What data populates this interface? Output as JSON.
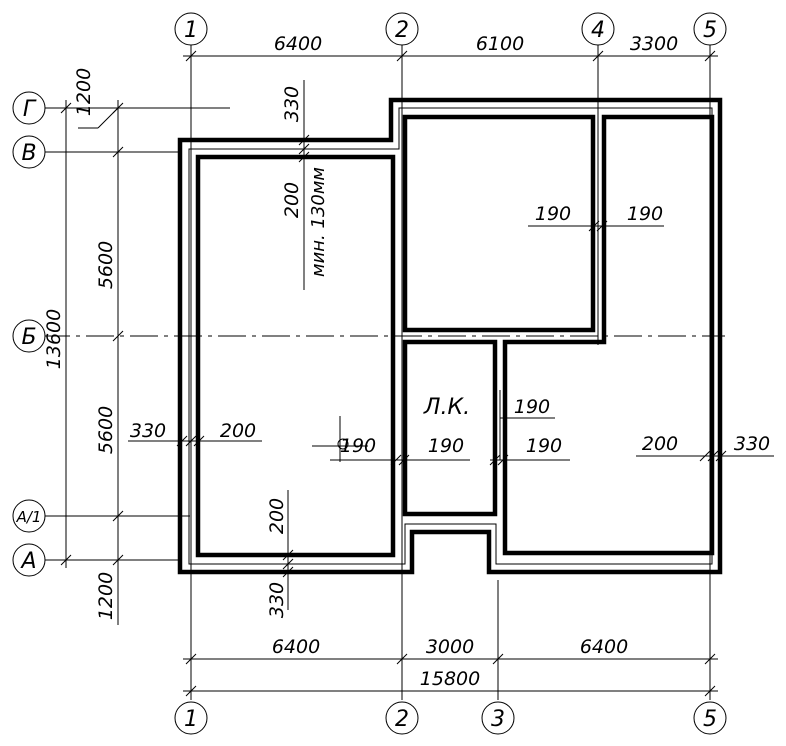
{
  "axes": {
    "columns_top": [
      "1",
      "2",
      "4",
      "5"
    ],
    "columns_bottom": [
      "1",
      "2",
      "3",
      "5"
    ],
    "rows": [
      "Г",
      "В",
      "Б",
      "А/1",
      "А"
    ]
  },
  "dimensions": {
    "top": [
      "6400",
      "6100",
      "3300"
    ],
    "bottom_parts": [
      "6400",
      "3000",
      "6400"
    ],
    "bottom_total": "15800",
    "left_inner": [
      "1200",
      "5600",
      "5600",
      "1200"
    ],
    "left_total": "13600",
    "wall_outer": "330",
    "wall_inner": "200",
    "wall_partition": "190",
    "top_note": "130мм",
    "top_note_prefix": "мин."
  },
  "room_label": "Л.К."
}
